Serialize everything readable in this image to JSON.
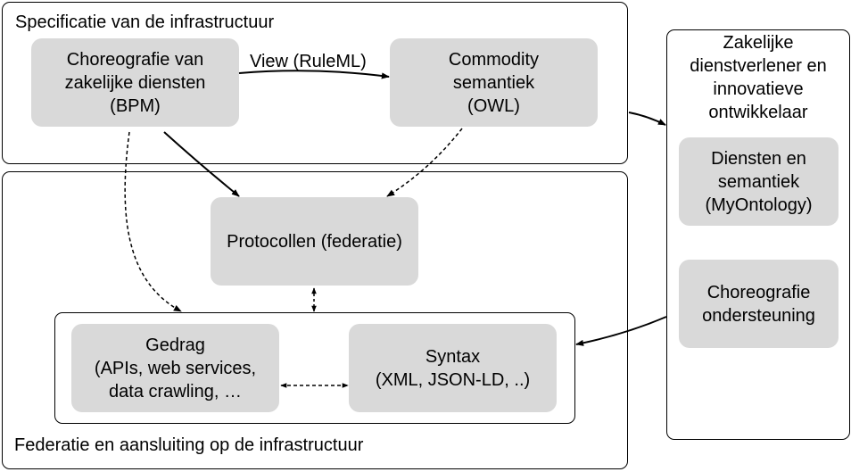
{
  "top_section": {
    "title": "Specificatie van de infrastructuur",
    "bpm_box": [
      "Choreografie van",
      "zakelijke diensten",
      "(BPM)"
    ],
    "owl_box": [
      "Commodity",
      "semantiek",
      "(OWL)"
    ],
    "view_label": "View (RuleML)"
  },
  "bottom_section": {
    "title": "Federatie en aansluiting op de infrastructuur",
    "protocol_box": "Protocollen (federatie)",
    "gedrag_box": [
      "Gedrag",
      "(APIs, web services,",
      "data crawling, …"
    ],
    "syntax_box": [
      "Syntax",
      "(XML, JSON-LD, ..)"
    ]
  },
  "right_section": {
    "title": [
      "Zakelijke",
      "dienstverlener en",
      "innovatieve",
      "ontwikkelaar"
    ],
    "diensten_box": [
      "Diensten en",
      "semantiek",
      "(MyOntology)"
    ],
    "choreo_box": [
      "Choreografie",
      "ondersteuning"
    ]
  }
}
